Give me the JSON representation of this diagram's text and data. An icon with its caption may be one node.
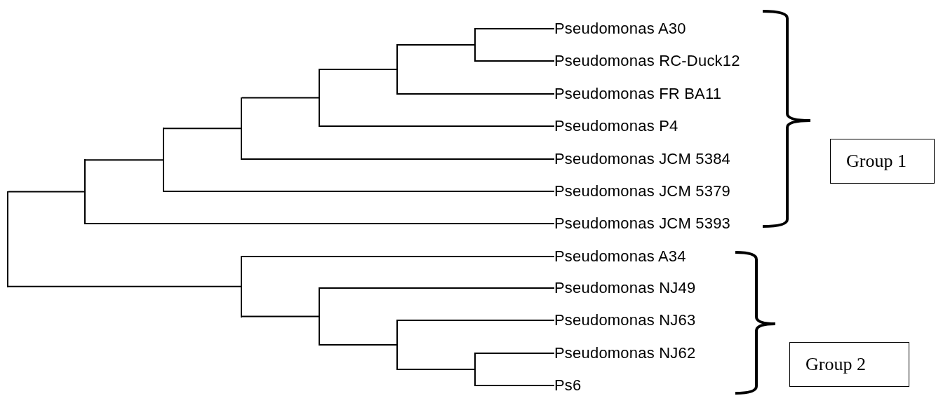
{
  "diagram": {
    "nodes": [
      {
        "text": [
          "Pseudomonas A30"
        ]
      },
      {
        "text": [
          "Pseudomonas RC-Duck12"
        ]
      },
      {
        "text": [
          "Pseudomonas FR BA11"
        ]
      },
      {
        "text": [
          "Pseudomonas P4"
        ]
      },
      {
        "text": [
          "Pseudomonas JCM 5384"
        ]
      },
      {
        "text": [
          "Pseudomonas JCM 5379"
        ]
      },
      {
        "text": [
          "Pseudomonas JCM 5393"
        ]
      },
      {
        "text": [
          "Pseudomonas A34"
        ]
      },
      {
        "text": [
          "Pseudomonas NJ49"
        ]
      },
      {
        "text": [
          "Pseudomonas NJ63"
        ]
      },
      {
        "text": [
          "Pseudomonas NJ62"
        ]
      },
      {
        "text": [
          "Ps6"
        ]
      },
      {
        "text": [
          "Group 1"
        ]
      },
      {
        "text": [
          "Group 2"
        ]
      },
      {
        "text": [],
        "shape": "bar"
      },
      {
        "text": [],
        "shape": "bar"
      },
      {
        "text": [],
        "shape": "bar"
      },
      {
        "text": [],
        "shape": "bar"
      },
      {
        "text": [],
        "shape": "bar"
      },
      {
        "text": [],
        "shape": "bar"
      },
      {
        "text": [],
        "shape": "bar"
      },
      {
        "text": [],
        "shape": "bar"
      },
      {
        "text": [],
        "shape": "bar"
      },
      {
        "text": [],
        "shape": "bar"
      },
      {
        "text": [],
        "shape": "bar"
      }
    ],
    "edges": [
      {
        "from": 14,
        "to": 15,
        "arrow": "none"
      },
      {
        "from": 14,
        "to": 18,
        "arrow": "none"
      },
      {
        "from": 15,
        "to": 16,
        "arrow": "none"
      },
      {
        "from": 15,
        "to": 6,
        "arrow": "none"
      },
      {
        "from": 16,
        "to": 17,
        "arrow": "none"
      },
      {
        "from": 16,
        "to": 5,
        "arrow": "none"
      },
      {
        "from": 17,
        "to": 19,
        "arrow": "none"
      },
      {
        "from": 17,
        "to": 4,
        "arrow": "none"
      },
      {
        "from": 19,
        "to": 21,
        "arrow": "none"
      },
      {
        "from": 19,
        "to": 3,
        "arrow": "none"
      },
      {
        "from": 21,
        "to": 23,
        "arrow": "none"
      },
      {
        "from": 21,
        "to": 2,
        "arrow": "none"
      },
      {
        "from": 23,
        "to": 0,
        "arrow": "none"
      },
      {
        "from": 23,
        "to": 1,
        "arrow": "none"
      },
      {
        "from": 18,
        "to": 7,
        "arrow": "none"
      },
      {
        "from": 18,
        "to": 20,
        "arrow": "none"
      },
      {
        "from": 20,
        "to": 8,
        "arrow": "none"
      },
      {
        "from": 20,
        "to": 22,
        "arrow": "none"
      },
      {
        "from": 22,
        "to": 9,
        "arrow": "none"
      },
      {
        "from": 22,
        "to": 24,
        "arrow": "none"
      },
      {
        "from": 24,
        "to": 10,
        "arrow": "none"
      },
      {
        "from": 24,
        "to": 11,
        "arrow": "none"
      }
    ]
  }
}
